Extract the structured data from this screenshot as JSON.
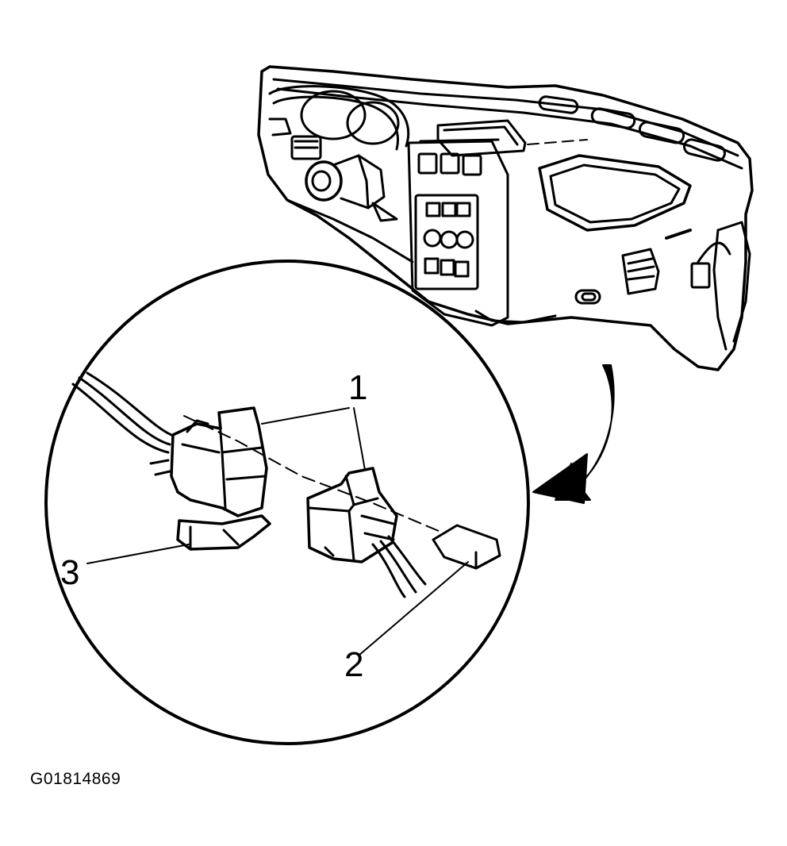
{
  "callouts": {
    "c1": "1",
    "c2": "2",
    "c3": "3"
  },
  "figure_id": "G01814869",
  "colors": {
    "line": "#000000",
    "background": "#ffffff"
  }
}
